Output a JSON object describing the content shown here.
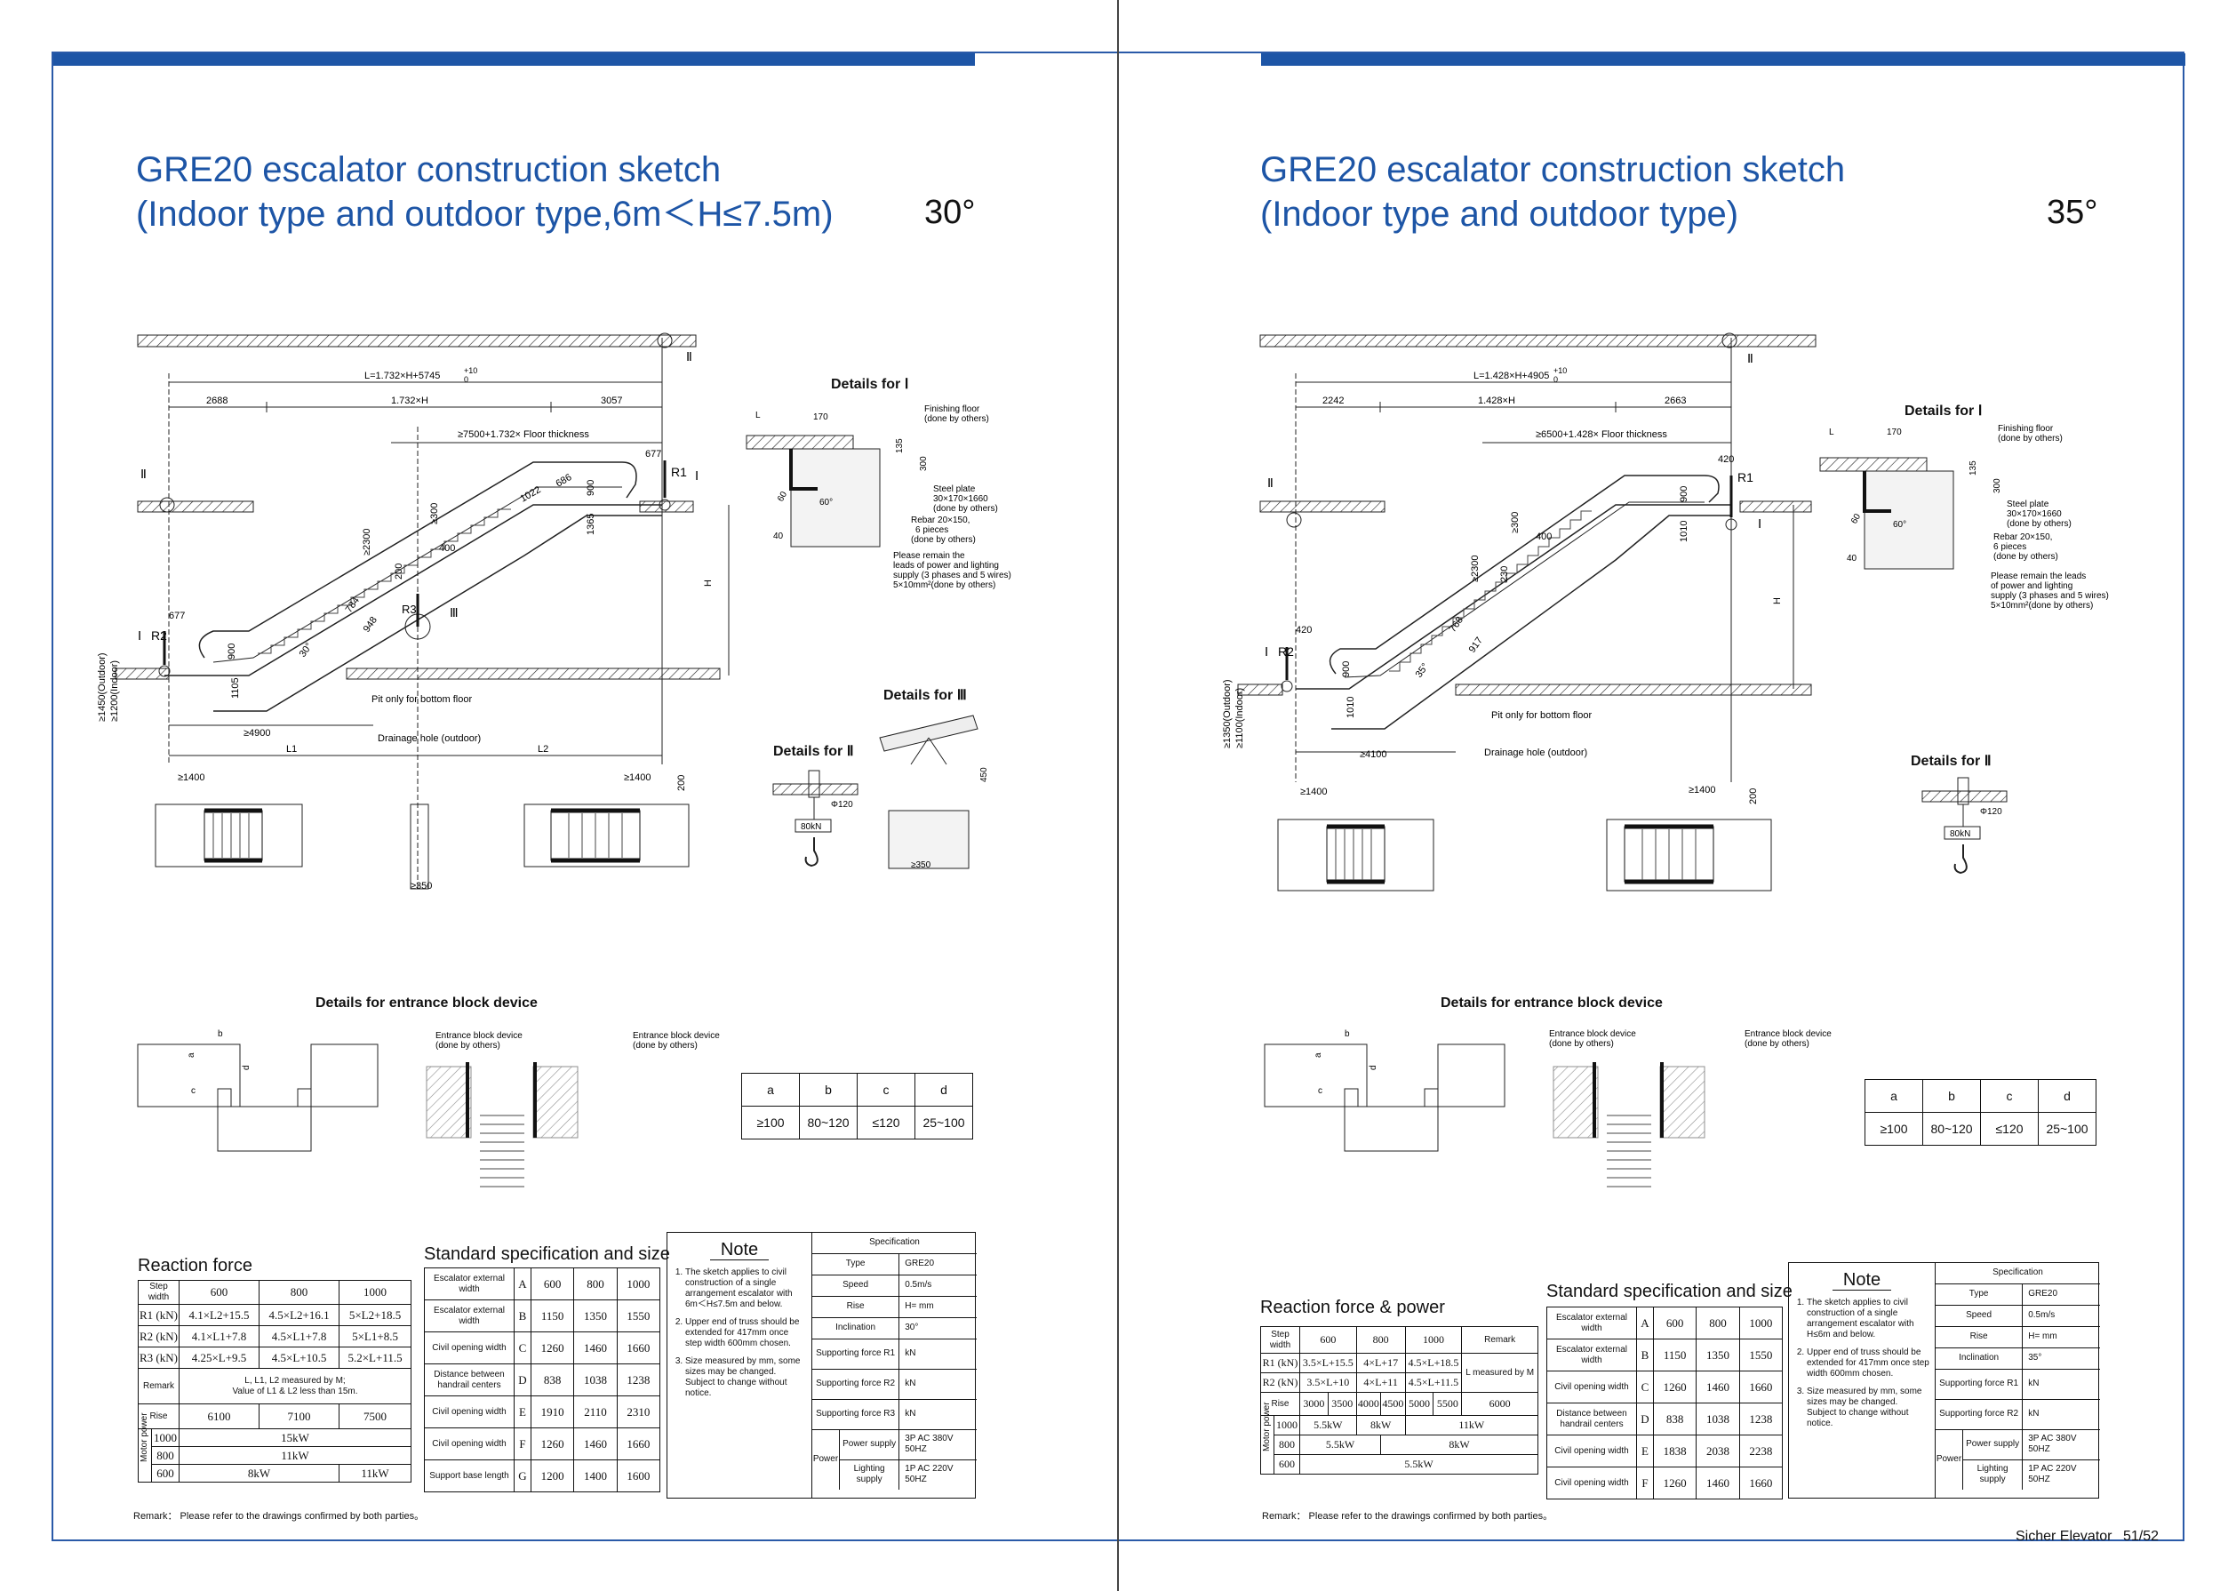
{
  "left": {
    "title1": "GRE20 escalator construction sketch",
    "title2": "(Indoor type and outdoor type,6m＜H≤7.5m)",
    "angle": "30°",
    "drawing": {
      "length_formula": "L=1.732×H+5745",
      "tol_plus": "+10",
      "tol_zero": "0",
      "dim_left": "2688",
      "dim_mid": "1.732×H",
      "dim_right": "3057",
      "floor_thickness": "≥7500+1.732× Floor thickness",
      "roman_ii": "Ⅱ",
      "roman_i": "Ⅰ",
      "roman_iii": "Ⅲ",
      "r1": "R1",
      "r2": "R2",
      "r3": "R3",
      "d677a": "677",
      "d677b": "677",
      "d2300": "≥2300",
      "d1022": "1022",
      "d686": "686",
      "d900a": "900",
      "d900b": "900",
      "d1365": "1365",
      "d400": "400",
      "d200": "200",
      "d300": "≥300",
      "d784": "784",
      "d948": "948",
      "d30": "30°",
      "d1105": "1105",
      "d4900": "≥4900",
      "pit": "Pit only for bottom floor",
      "drain": "Drainage hole (outdoor)",
      "outdoor": "≥1450(Outdoor)",
      "indoor": "≥1200(Indoor)",
      "h_label": "H",
      "l1": "L1",
      "l2": "L2",
      "d1400a": "≥1400",
      "d1400b": "≥1400",
      "d350": "≥350",
      "d200b": "200"
    },
    "details_i": {
      "label": "Details for Ⅰ",
      "l": "L",
      "d170": "170",
      "d135": "135",
      "d300": "300",
      "d40": "40",
      "d60": "60",
      "d60b": "60°",
      "finishing1": "Finishing floor",
      "finishing2": "(done by others)",
      "steel1": "Steel plate",
      "steel2": "30×170×1660",
      "steel3": "(done by others)",
      "rebar1": "Rebar 20×150,",
      "rebar2": "6 pieces",
      "rebar3": "(done by others)",
      "leads1": "Please remain the",
      "leads2": "leads of power and lighting",
      "leads3": "supply (3 phases and 5 wires)",
      "leads4": "5×10mm²(done by others)"
    },
    "details_ii": {
      "label": "Details for Ⅱ",
      "load": "80kN",
      "phi": "Φ120"
    },
    "details_iii": {
      "label": "Details for Ⅲ",
      "d450": "450",
      "d350": "≥350"
    },
    "entrance": {
      "label": "Details for entrance block device",
      "dev1a": "Entrance block device",
      "dev1b": "(done by others)",
      "dev2a": "Entrance block device",
      "dev2b": "(done by others)",
      "a": "a",
      "b": "b",
      "c": "c",
      "d": "d"
    },
    "abcd": {
      "head": [
        "a",
        "b",
        "c",
        "d"
      ],
      "vals": [
        "≥100",
        "80~120",
        "≤120",
        "25~100"
      ]
    },
    "reaction": {
      "title": "Reaction force",
      "head": [
        "Step width",
        "600",
        "800",
        "1000"
      ],
      "rows": [
        [
          "R1 (kN)",
          "4.1×L2+15.5",
          "4.5×L2+16.1",
          "5×L2+18.5"
        ],
        [
          "R2 (kN)",
          "4.1×L1+7.8",
          "4.5×L1+7.8",
          "5×L1+8.5"
        ],
        [
          "R3 (kN)",
          "4.25×L+9.5",
          "4.5×L+10.5",
          "5.2×L+11.5"
        ]
      ],
      "remark_label": "Remark",
      "remark1": "L, L1, L2 measured by M;",
      "remark2": "Value of L1 & L2 less than 15m.",
      "rise_label": "Rise",
      "rise_vals": [
        "6100",
        "7100",
        "7500"
      ],
      "motor_label": "Motor power",
      "motor_rows": [
        [
          "1000",
          "15kW"
        ],
        [
          "800",
          "11kW"
        ]
      ],
      "motor_600": "600",
      "motor_600a": "8kW",
      "motor_600b": "11kW"
    },
    "spec": {
      "title": "Standard specification and size",
      "rows": [
        [
          "Escalator external width",
          "A",
          "600",
          "800",
          "1000"
        ],
        [
          "Escalator external width",
          "B",
          "1150",
          "1350",
          "1550"
        ],
        [
          "Civil opening width",
          "C",
          "1260",
          "1460",
          "1660"
        ],
        [
          "Distance between handrail centers",
          "D",
          "838",
          "1038",
          "1238"
        ],
        [
          "Civil opening width",
          "E",
          "1910",
          "2110",
          "2310"
        ],
        [
          "Civil opening width",
          "F",
          "1260",
          "1460",
          "1660"
        ],
        [
          "Support base length",
          "G",
          "1200",
          "1400",
          "1600"
        ]
      ]
    },
    "note": {
      "title": "Note",
      "n1": "The sketch applies to civil construction of a single arrangement escalator with 6m＜H≤7.5m and below.",
      "n2": "Upper end of truss should be extended for 417mm once step width 600mm chosen.",
      "n3": "Size measured by mm, some sizes may be changed. Subject to change without notice.",
      "spec_head": "Specification",
      "rows": [
        [
          "Type",
          "GRE20"
        ],
        [
          "Speed",
          "0.5m/s"
        ],
        [
          "Rise",
          "H=    mm"
        ],
        [
          "Inclination",
          "30°"
        ],
        [
          "Supporting force R1",
          "kN"
        ],
        [
          "Supporting force R2",
          "kN"
        ],
        [
          "Supporting force R3",
          "kN"
        ]
      ],
      "power_label": "Power",
      "power_rows": [
        [
          "Power supply",
          "3P AC   380V  50HZ"
        ],
        [
          "Lighting supply",
          "1P AC   220V  50HZ"
        ]
      ]
    },
    "remark": "Remark：  Please refer to the drawings confirmed by both parties。"
  },
  "right": {
    "title1": "GRE20 escalator construction sketch",
    "title2": "(Indoor type and outdoor type)",
    "angle": "35°",
    "drawing": {
      "length_formula": "L=1.428×H+4905",
      "tol_plus": "+10",
      "tol_zero": "0",
      "dim_left": "2242",
      "dim_mid": "1.428×H",
      "dim_right": "2663",
      "floor_thickness": "≥6500+1.428× Floor thickness",
      "roman_ii": "Ⅱ",
      "roman_i": "Ⅰ",
      "r1": "R1",
      "r2": "R2",
      "d420a": "420",
      "d420b": "420",
      "d2300": "≥2300",
      "d900a": "900",
      "d900b": "900",
      "d1010a": "1010",
      "d1010b": "1010",
      "d400": "400",
      "d230": "230",
      "d300": "≥300",
      "d768": "768",
      "d917": "917",
      "d35": "35°",
      "d4100": "≥4100",
      "pit": "Pit only for bottom floor",
      "drain": "Drainage hole (outdoor)",
      "outdoor": "≥1350(Outdoor)",
      "indoor": "≥1100(Indoor)",
      "h_label": "H",
      "d1400a": "≥1400",
      "d1400b": "≥1400",
      "d200b": "200"
    },
    "details_i": {
      "label": "Details for Ⅰ",
      "l": "L",
      "d170": "170",
      "d135": "135",
      "d300": "300",
      "d40": "40",
      "d60": "60",
      "d60b": "60°",
      "finishing1": "Finishing floor",
      "finishing2": "(done by others)",
      "steel1": "Steel plate",
      "steel2": "30×170×1660",
      "steel3": "(done by others)",
      "rebar1": "Rebar 20×150,",
      "rebar2": "6 pieces",
      "rebar3": "(done by others)",
      "leads1": "Please remain the leads",
      "leads2": "of power and lighting",
      "leads3": "supply (3 phases and 5 wires)",
      "leads4": "5×10mm²(done by others)"
    },
    "details_ii": {
      "label": "Details for Ⅱ",
      "load": "80kN",
      "phi": "Φ120"
    },
    "entrance": {
      "label": "Details for entrance block device",
      "dev1a": "Entrance block device",
      "dev1b": "(done by others)",
      "dev2a": "Entrance block device",
      "dev2b": "(done by others)",
      "a": "a",
      "b": "b",
      "c": "c",
      "d": "d"
    },
    "abcd": {
      "head": [
        "a",
        "b",
        "c",
        "d"
      ],
      "vals": [
        "≥100",
        "80~120",
        "≤120",
        "25~100"
      ]
    },
    "reaction": {
      "title": "Reaction force & power",
      "head": [
        "Step width",
        "600",
        "800",
        "1000",
        "Remark"
      ],
      "rows": [
        [
          "R1 (kN)",
          "3.5×L+15.5",
          "4×L+17",
          "4.5×L+18.5"
        ],
        [
          "R2 (kN)",
          "3.5×L+10",
          "4×L+11",
          "4.5×L+11.5"
        ]
      ],
      "remark_cell": "L measured by M",
      "rise_label": "Rise",
      "rise_vals": [
        "3000",
        "3500",
        "4000",
        "4500",
        "5000",
        "5500",
        "6000"
      ],
      "motor_label": "Motor power",
      "m1000": "1000",
      "m1000_vals": [
        "5.5kW",
        "8kW",
        "11kW"
      ],
      "m800": "800",
      "m800_vals": [
        "5.5kW",
        "8kW"
      ],
      "m600": "600",
      "m600_val": "5.5kW"
    },
    "spec": {
      "title": "Standard specification and size",
      "rows": [
        [
          "Escalator external width",
          "A",
          "600",
          "800",
          "1000"
        ],
        [
          "Escalator external width",
          "B",
          "1150",
          "1350",
          "1550"
        ],
        [
          "Civil opening width",
          "C",
          "1260",
          "1460",
          "1660"
        ],
        [
          "Distance between handrail centers",
          "D",
          "838",
          "1038",
          "1238"
        ],
        [
          "Civil opening width",
          "E",
          "1838",
          "2038",
          "2238"
        ],
        [
          "Civil opening width",
          "F",
          "1260",
          "1460",
          "1660"
        ]
      ]
    },
    "note": {
      "title": "Note",
      "n1": "The sketch applies to civil construction of a single arrangement escalator with H≤6m and below.",
      "n2": "Upper end of truss should be extended for 417mm once step width 600mm chosen.",
      "n3": "Size measured by mm, some sizes may be changed. Subject to change without notice.",
      "spec_head": "Specification",
      "rows": [
        [
          "Type",
          "GRE20"
        ],
        [
          "Speed",
          "0.5m/s"
        ],
        [
          "Rise",
          "H=    mm"
        ],
        [
          "Inclination",
          "35°"
        ],
        [
          "Supporting force R1",
          "kN"
        ],
        [
          "Supporting force R2",
          "kN"
        ]
      ],
      "power_label": "Power",
      "power_rows": [
        [
          "Power supply",
          "3P AC   380V  50HZ"
        ],
        [
          "Lighting supply",
          "1P AC   220V  50HZ"
        ]
      ]
    },
    "remark": "Remark：  Please refer to the drawings confirmed by both parties。"
  },
  "footer": {
    "brand": "Sicher Elevator",
    "pages": "51/52"
  },
  "colors": {
    "accent": "#1d55a6",
    "border": "#2a5aa8"
  }
}
